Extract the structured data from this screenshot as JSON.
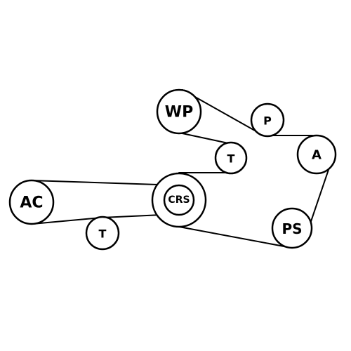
{
  "pulleys": {
    "wp": {
      "label": "WP"
    },
    "p": {
      "label": "P"
    },
    "a": {
      "label": "A"
    },
    "t_upper": {
      "label": "T"
    },
    "crs": {
      "label": "CRS"
    },
    "ac": {
      "label": "AC"
    },
    "t_lower": {
      "label": "T"
    },
    "ps": {
      "label": "PS"
    }
  },
  "colors": {
    "stroke": "#000000",
    "background": "#ffffff"
  }
}
